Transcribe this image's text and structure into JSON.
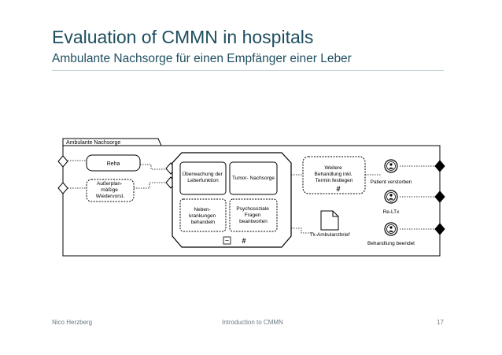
{
  "slide": {
    "title": "Evaluation of CMMN in hospitals",
    "subtitle": "Ambulante Nachsorge für einen Empfänger einer Leber"
  },
  "diagram": {
    "case_name": "Ambulante Nachsorge",
    "tasks": {
      "reha": "Reha",
      "ausserplan": [
        "Außerplan-",
        "mäßige",
        "Wiedervorst."
      ],
      "ueberwachung": [
        "Überwachung der",
        "Leberfunktion"
      ],
      "tumor": "Tumor- Nachsorge",
      "neben": [
        "Neben-",
        "krankungen",
        "behandeln"
      ],
      "psycho": [
        "Psychosoziale",
        "Fragen",
        "beantworten"
      ],
      "weitere": [
        "Weitere",
        "Behandlung inkl.",
        "Termin festlegen"
      ]
    },
    "case_file_item": "Tx-Ambulanzbrief",
    "milestones": {
      "verstorben": "Patient verstorben",
      "relt": "Re-LTx",
      "beendet": "Behandlung beendet"
    },
    "stage_markers": {
      "collapse": "−",
      "repetition": "#"
    }
  },
  "footer": {
    "author": "Nico Herzberg",
    "center": "Introduction to CMMN",
    "page": "17"
  }
}
